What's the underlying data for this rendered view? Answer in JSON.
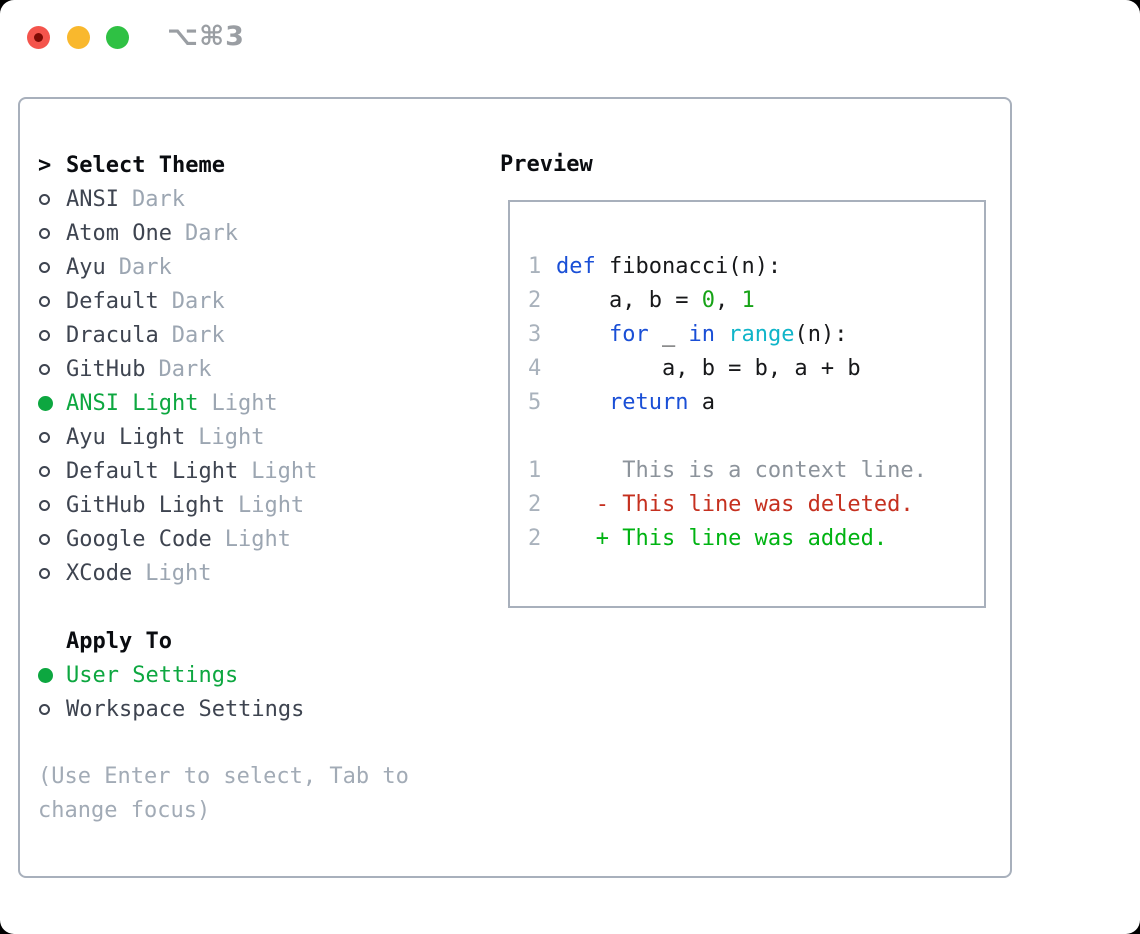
{
  "window": {
    "shortcut_label": "⌥⌘3",
    "traffic_lights": [
      "close-button",
      "minimize-button",
      "zoom-button"
    ]
  },
  "colors": {
    "accent_green": "#0da740",
    "keyword_blue": "#1a4fd6",
    "builtin_cyan": "#10b5c9",
    "number_green": "#17a317",
    "added_green": "#00b312",
    "deleted_red": "#c5301f",
    "context_gray": "#8c939b",
    "muted_gray": "#9ca6b2",
    "lineno_gray": "#a9b2bc",
    "text_dark": "#3e4450",
    "border_gray": "#a8b0bc",
    "hint_gray": "#a2abb6",
    "traffic_red": "#f4544c",
    "traffic_yellow": "#f9b82d",
    "traffic_green": "#2fc144"
  },
  "theme_panel": {
    "prompt": ">",
    "title": "Select Theme",
    "items": [
      {
        "name": "ANSI",
        "variant": "Dark",
        "selected": false
      },
      {
        "name": "Atom One",
        "variant": "Dark",
        "selected": false
      },
      {
        "name": "Ayu",
        "variant": "Dark",
        "selected": false
      },
      {
        "name": "Default",
        "variant": "Dark",
        "selected": false
      },
      {
        "name": "Dracula",
        "variant": "Dark",
        "selected": false
      },
      {
        "name": "GitHub",
        "variant": "Dark",
        "selected": false
      },
      {
        "name": "ANSI Light",
        "variant": "Light",
        "selected": true
      },
      {
        "name": "Ayu Light",
        "variant": "Light",
        "selected": false
      },
      {
        "name": "Default Light",
        "variant": "Light",
        "selected": false
      },
      {
        "name": "GitHub Light",
        "variant": "Light",
        "selected": false
      },
      {
        "name": "Google Code",
        "variant": "Light",
        "selected": false
      },
      {
        "name": "XCode",
        "variant": "Light",
        "selected": false
      }
    ]
  },
  "apply_to": {
    "title": "Apply To",
    "options": [
      {
        "label": "User Settings",
        "selected": true
      },
      {
        "label": "Workspace Settings",
        "selected": false
      }
    ]
  },
  "hint": {
    "line1": "(Use Enter to select, Tab to",
    "line2": "change focus)"
  },
  "preview": {
    "title": "Preview",
    "code_lines": [
      {
        "number": "1",
        "tokens": [
          {
            "t": "def",
            "c": "keyword"
          },
          {
            "t": " fibonacci(n):",
            "c": "plain"
          }
        ]
      },
      {
        "number": "2",
        "tokens": [
          {
            "t": "    a, b = ",
            "c": "plain"
          },
          {
            "t": "0",
            "c": "number"
          },
          {
            "t": ", ",
            "c": "plain"
          },
          {
            "t": "1",
            "c": "number"
          }
        ]
      },
      {
        "number": "3",
        "tokens": [
          {
            "t": "    ",
            "c": "plain"
          },
          {
            "t": "for",
            "c": "keyword"
          },
          {
            "t": " _ ",
            "c": "plain"
          },
          {
            "t": "in",
            "c": "keyword"
          },
          {
            "t": " ",
            "c": "plain"
          },
          {
            "t": "range",
            "c": "builtin"
          },
          {
            "t": "(n):",
            "c": "plain"
          }
        ]
      },
      {
        "number": "4",
        "tokens": [
          {
            "t": "        a, b = b, a + b",
            "c": "plain"
          }
        ]
      },
      {
        "number": "5",
        "tokens": [
          {
            "t": "    ",
            "c": "plain"
          },
          {
            "t": "return",
            "c": "keyword"
          },
          {
            "t": " a",
            "c": "plain"
          }
        ]
      }
    ],
    "diff_lines": [
      {
        "number": "1",
        "tokens": [
          {
            "t": "     This is a context line.",
            "c": "context"
          }
        ]
      },
      {
        "number": "2",
        "tokens": [
          {
            "t": "   - This line was deleted.",
            "c": "deleted"
          }
        ]
      },
      {
        "number": "2",
        "tokens": [
          {
            "t": "   + This line was added.",
            "c": "added"
          }
        ]
      }
    ]
  }
}
